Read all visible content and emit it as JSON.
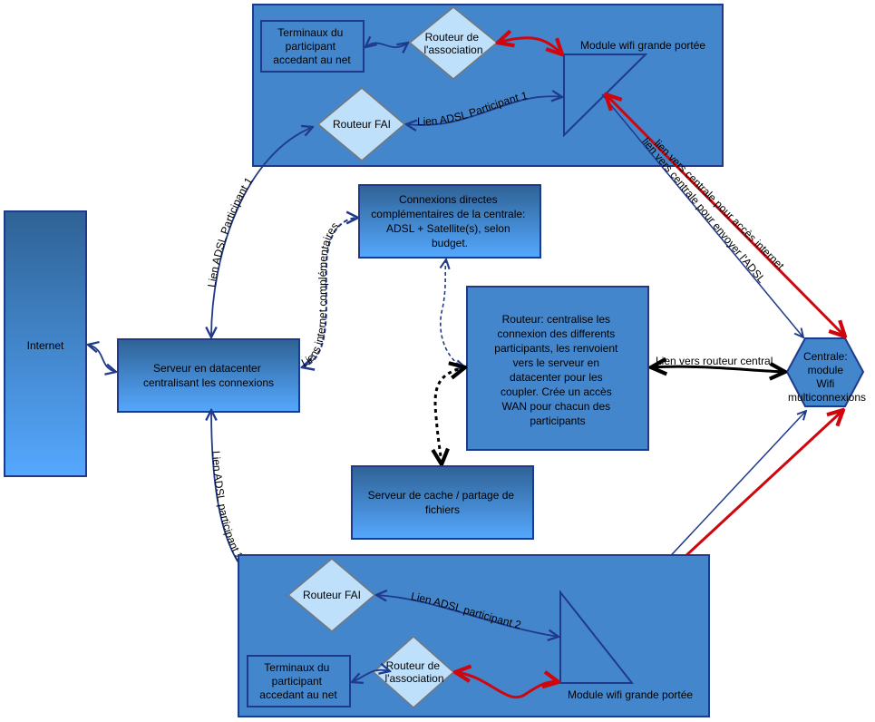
{
  "colors": {
    "panel_fill": "#4486cc",
    "panel_stroke": "#1f3a8a",
    "gradient_top": "#2f6295",
    "gradient_bottom": "#55a8ff",
    "diamond_fill": "#bfe0fb",
    "diamond_stroke": "#777777",
    "link_blue": "#1f3a8a",
    "link_red": "#d0060e",
    "link_black": "#000000"
  },
  "nodes": {
    "internet": "Internet",
    "datacenter_server": [
      "Serveur en datacenter",
      "centralisant les connexions"
    ],
    "direct_connections": [
      "Connexions directes",
      "complémentaires de la centrale:",
      "ADSL + Satellite(s), selon",
      "budget."
    ],
    "central_router": [
      "Routeur: centralise les",
      "connexion des differents",
      "participants, les renvoient",
      "vers le serveur en",
      "datacenter pour les",
      "coupler. Crée un accès",
      "WAN pour chacun des",
      "participants"
    ],
    "cache_server": [
      "Serveur de cache / partage de",
      "fichiers"
    ],
    "central_hub": [
      "Centrale:",
      "module",
      "Wifi",
      "multiconnexions"
    ]
  },
  "participant1": {
    "terminals": [
      "Terminaux du",
      "participant",
      "accedant au net"
    ],
    "association_router": [
      "Routeur de",
      "l'association"
    ],
    "isp_router": "Routeur FAI",
    "wifi_module": "Module wifi grande portée",
    "adsl_link": "Lien ADSL Participant 1"
  },
  "participant2": {
    "terminals": [
      "Terminaux du",
      "participant",
      "accedant au net"
    ],
    "association_router": [
      "Routeur de",
      "l'association"
    ],
    "isp_router": "Routeur FAI",
    "wifi_module": "Module wifi grande portée",
    "adsl_link": "Lien ADSL participant 2"
  },
  "links": {
    "adsl_participant1": "Lien ADSL Participant 1",
    "adsl_participant2": "Lien ADSL participant 2",
    "complementary": "Liens internet complémentaires",
    "to_central_router": "Lien vers routeur central",
    "internet_access": "lien vers centrale pour accès internet",
    "send_adsl": "lien vers centrale pour envoyer l'ADSL"
  }
}
